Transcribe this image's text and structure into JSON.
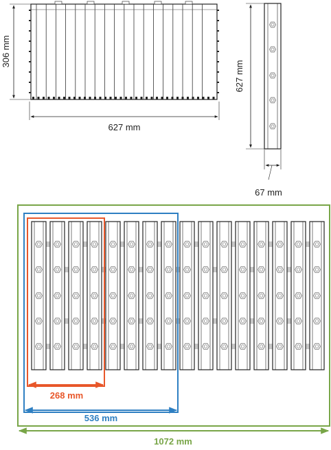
{
  "labels": {
    "module_height": "306 mm",
    "module_width": "627 mm",
    "side_height": "627 mm",
    "side_depth": "67 mm",
    "quarter_width": "268 mm",
    "half_width": "536 mm",
    "full_width": "1072 mm"
  },
  "layout_summary": {
    "cell_count": 16,
    "terminals_per_cell": 5,
    "quarter_group_cells": 4,
    "half_group_cells": 8
  },
  "colors": {
    "line": "#222222",
    "orange": "#e8572a",
    "blue": "#2e7fc2",
    "green": "#78a547",
    "busbar": "#c8c8c8",
    "terminal": "#888888"
  }
}
